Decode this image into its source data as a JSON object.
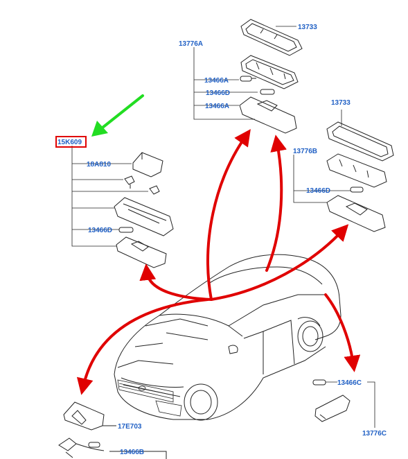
{
  "labels": {
    "p13733_top": "13733",
    "p13776A": "13776A",
    "p13466A_1": "13466A",
    "p13466D_1": "13466D",
    "p13466A_2": "13466A",
    "p13733_right": "13733",
    "p13776B": "13776B",
    "p13466D_2": "13466D",
    "p15K609": "15K609",
    "p18A810": "18A810",
    "p13466D_3": "13466D",
    "p13466C": "13466C",
    "p13776C": "13776C",
    "p17E703": "17E703",
    "p13466B": "13466B"
  },
  "colors": {
    "label": "#1f5fc4",
    "highlight_box": "#e00000",
    "pointer_arrow": "#22dd22",
    "callout_arrows": "#e00000",
    "linework": "#222222"
  }
}
